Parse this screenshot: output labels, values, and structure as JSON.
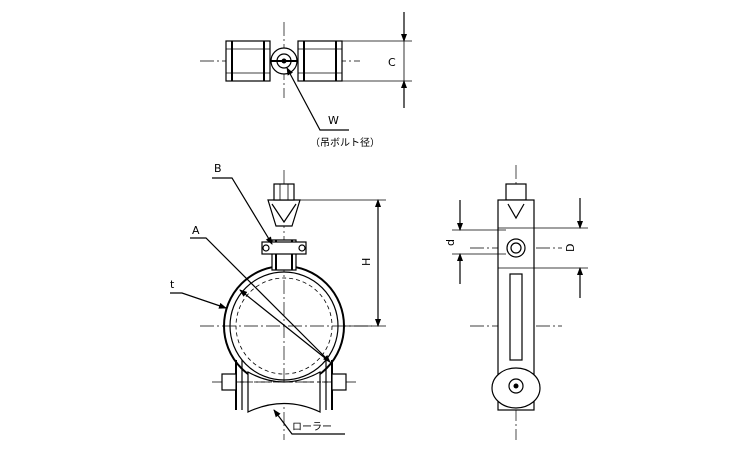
{
  "labels": {
    "C": "C",
    "W": "W",
    "W_note": "（吊ボルト径）",
    "B": "B",
    "A": "A",
    "t": "t",
    "H": "H",
    "d": "d",
    "D": "D",
    "roller": "ローラー"
  }
}
